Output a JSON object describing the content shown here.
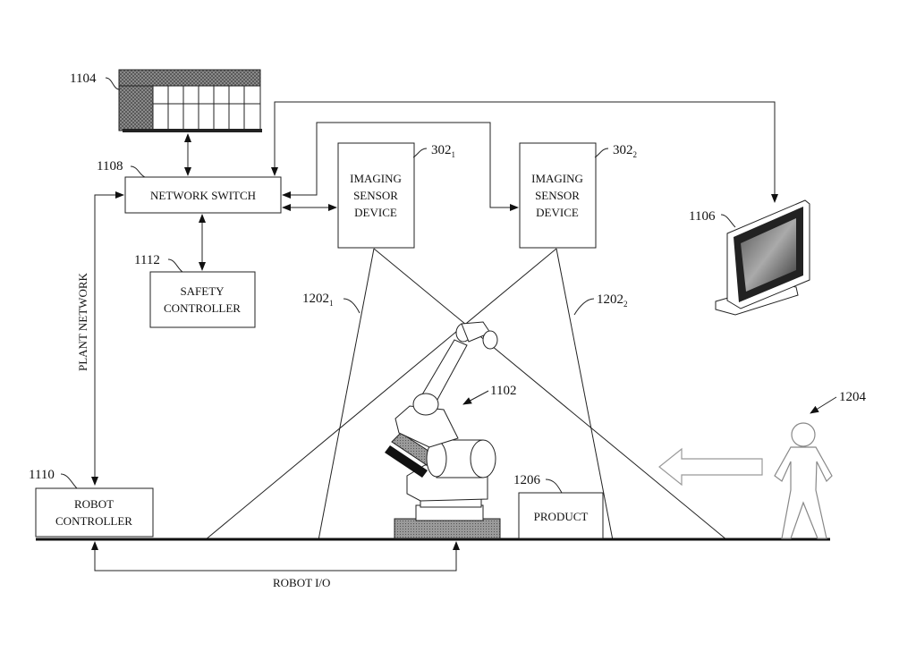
{
  "refs": {
    "r1104": "1104",
    "r1108": "1108",
    "r1112": "1112",
    "r1110": "1110",
    "r302a": "302",
    "r302a_sub": "1",
    "r302b": "302",
    "r302b_sub": "2",
    "r1106": "1106",
    "r1202a": "1202",
    "r1202a_sub": "1",
    "r1202b": "1202",
    "r1202b_sub": "2",
    "r1102": "1102",
    "r1204": "1204",
    "r1206": "1206"
  },
  "boxes": {
    "network_switch": "NETWORK SWITCH",
    "safety_line1": "SAFETY",
    "safety_line2": "CONTROLLER",
    "robot_line1": "ROBOT",
    "robot_line2": "CONTROLLER",
    "sensor1_line1": "IMAGING",
    "sensor1_line2": "SENSOR",
    "sensor1_line3": "DEVICE",
    "sensor2_line1": "IMAGING",
    "sensor2_line2": "SENSOR",
    "sensor2_line3": "DEVICE",
    "product": "PRODUCT"
  },
  "labels": {
    "plant_network": "PLANT NETWORK",
    "robot_io": "ROBOT I/O"
  }
}
